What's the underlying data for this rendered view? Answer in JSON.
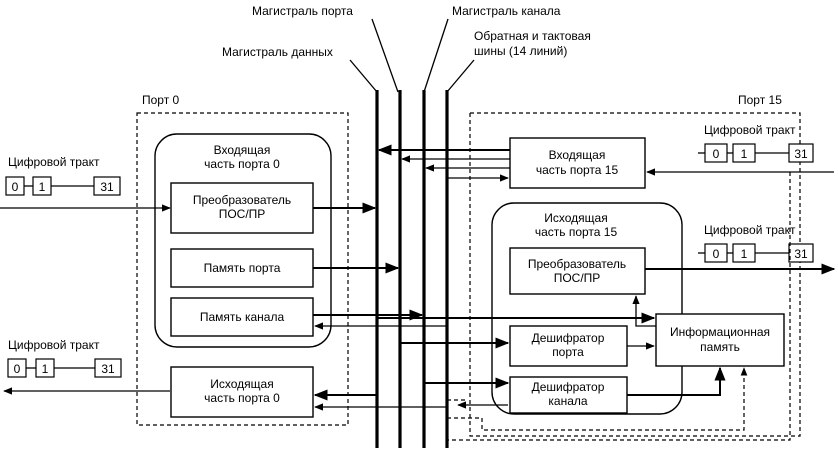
{
  "buses": {
    "port_bus": "Магистраль порта",
    "channel_bus": "Магистраль канала",
    "data_bus": "Магистраль данных",
    "clock_bus_line1": "Обратная и тактовая",
    "clock_bus_line2": "шины (14 линий)"
  },
  "port0": {
    "title": "Порт 0",
    "input_part_line1": "Входящая",
    "input_part_line2": "часть порта 0",
    "converter_line1": "Преобразователь",
    "converter_line2": "ПОС/ПР",
    "port_memory": "Память порта",
    "channel_memory": "Память канала",
    "output_part_line1": "Исходящая",
    "output_part_line2": "часть порта 0"
  },
  "port15": {
    "title": "Порт 15",
    "input_part_line1": "Входящая",
    "input_part_line2": "часть порта 15",
    "output_part_line1": "Исходящая",
    "output_part_line2": "часть порта 15",
    "converter_line1": "Преобразователь",
    "converter_line2": "ПОС/ПР",
    "port_decoder_line1": "Дешифратор",
    "port_decoder_line2": "порта",
    "channel_decoder_line1": "Дешифратор",
    "channel_decoder_line2": "канала",
    "info_memory_line1": "Информационная",
    "info_memory_line2": "память"
  },
  "tracts": {
    "label": "Цифровой тракт",
    "cells": [
      "0",
      "1",
      "31"
    ]
  }
}
